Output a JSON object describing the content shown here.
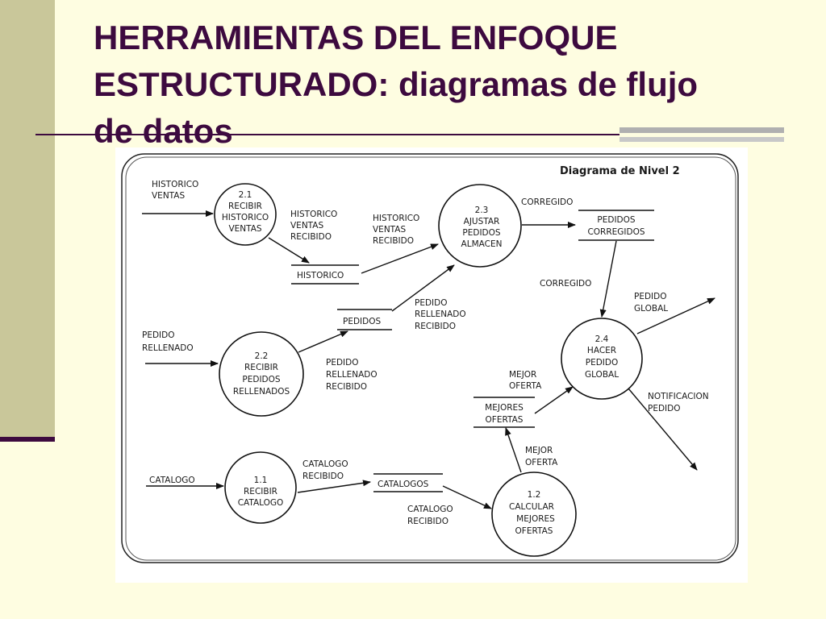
{
  "slide": {
    "title_line1": "HERRAMIENTAS DEL ENFOQUE",
    "title_line2": "ESTRUCTURADO: diagramas de flujo",
    "title_line3": "de datos"
  },
  "diagram": {
    "heading": "Diagrama de Nivel 2",
    "processes": {
      "p21": {
        "num": "2.1",
        "l1": "RECIBIR",
        "l2": "HISTORICO",
        "l3": "VENTAS"
      },
      "p22": {
        "num": "2.2",
        "l1": "RECIBIR",
        "l2": "PEDIDOS",
        "l3": "RELLENADOS"
      },
      "p23": {
        "num": "2.3",
        "l1": "AJUSTAR",
        "l2": "PEDIDOS",
        "l3": "ALMACEN"
      },
      "p24": {
        "num": "2.4",
        "l1": "HACER",
        "l2": "PEDIDO",
        "l3": "GLOBAL"
      },
      "p11": {
        "num": "1.1",
        "l1": "RECIBIR",
        "l2": "CATALOGO"
      },
      "p12": {
        "num": "1.2",
        "l1": "CALCULAR",
        "l2": "MEJORES",
        "l3": "OFERTAS"
      }
    },
    "stores": {
      "historico": "HISTORICO",
      "pedidos": "PEDIDOS",
      "corregidos_l1": "PEDIDOS",
      "corregidos_l2": "CORREGIDOS",
      "mejores_l1": "MEJORES",
      "mejores_l2": "OFERTAS",
      "catalogos": "CATALOGOS"
    },
    "flows": {
      "hv_l1": "HISTORICO",
      "hv_l2": "VENTAS",
      "hvr1_l1": "HISTORICO",
      "hvr1_l2": "VENTAS",
      "hvr1_l3": "RECIBIDO",
      "hvr2_l1": "HISTORICO",
      "hvr2_l2": "VENTAS",
      "hvr2_l3": "RECIBIDO",
      "corregido1": "CORREGIDO",
      "corregido2": "CORREGIDO",
      "pr_l1": "PEDIDO",
      "pr_l2": "RELLENADO",
      "prr1_l1": "PEDIDO",
      "prr1_l2": "RELLENADO",
      "prr1_l3": "RECIBIDO",
      "prr2_l1": "PEDIDO",
      "prr2_l2": "RELLENADO",
      "prr2_l3": "RECIBIDO",
      "pg_l1": "PEDIDO",
      "pg_l2": "GLOBAL",
      "notif_l1": "NOTIFICACION",
      "notif_l2": "PEDIDO",
      "mo1_l1": "MEJOR",
      "mo1_l2": "OFERTA",
      "mo2_l1": "MEJOR",
      "mo2_l2": "OFERTA",
      "catalogo": "CATALOGO",
      "cr1_l1": "CATALOGO",
      "cr1_l2": "RECIBIDO",
      "cr2_l1": "CATALOGO",
      "cr2_l2": "RECIBIDO"
    }
  }
}
